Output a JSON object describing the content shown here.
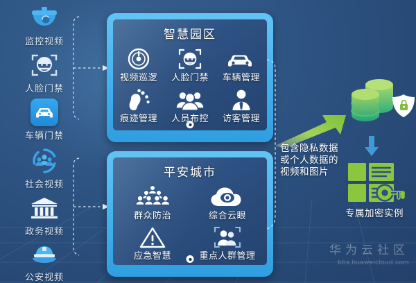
{
  "theme": {
    "bg_dark": "#2d5182",
    "tablet_frame": "#43b1ee",
    "accent_cyan": "#35a8f0",
    "accent_green": "#8cc63f",
    "text_light": "#ffffff"
  },
  "sources": {
    "items": [
      {
        "label": "监控视频",
        "icon": "cctv-dome-camera-icon",
        "chip": false
      },
      {
        "label": "人脸门禁",
        "icon": "face-recognition-icon",
        "chip": false
      },
      {
        "label": "车辆门禁",
        "icon": "car-icon",
        "chip": true
      },
      {
        "label": "社会视频",
        "icon": "community-people-icon",
        "chip": false
      },
      {
        "label": "政务视频",
        "icon": "government-building-icon",
        "chip": false
      },
      {
        "label": "公安视频",
        "icon": "police-cap-icon",
        "chip": false
      }
    ]
  },
  "panels": [
    {
      "title": "智慧园区",
      "columns": 3,
      "features": [
        {
          "label": "视频巡逻",
          "icon": "video-patrol-icon"
        },
        {
          "label": "人脸门禁",
          "icon": "face-access-icon"
        },
        {
          "label": "车辆管理",
          "icon": "vehicle-management-icon"
        },
        {
          "label": "痕迹管理",
          "icon": "footprint-trace-icon"
        },
        {
          "label": "人员布控",
          "icon": "personnel-control-icon"
        },
        {
          "label": "访客管理",
          "icon": "visitor-management-icon"
        }
      ]
    },
    {
      "title": "平安城市",
      "columns": 2,
      "features": [
        {
          "label": "群众防治",
          "icon": "crowd-prevention-icon"
        },
        {
          "label": "综合云眼",
          "icon": "cloud-eye-icon"
        },
        {
          "label": "应急智慧",
          "icon": "emergency-alert-icon"
        },
        {
          "label": "重点人群管理",
          "icon": "key-population-icon"
        }
      ]
    }
  ],
  "flow": {
    "arrow_caption": "包含隐私数据\n或个人数据的\n视频和图片",
    "arrow_caption_lines": [
      "包含隐私数据",
      "或个人数据的",
      "视频和图片"
    ],
    "database_icon": "secure-database-icon",
    "shield_icon": "shield-lock-icon",
    "down_arrow_icon": "arrow-down-icon",
    "encrypted_instance_icon": "encrypted-instance-key-icon",
    "encrypted_instance_label": "专属加密实例"
  },
  "watermark": {
    "brand": "华为云社区",
    "url": "bbs.huaweicloud.com"
  }
}
